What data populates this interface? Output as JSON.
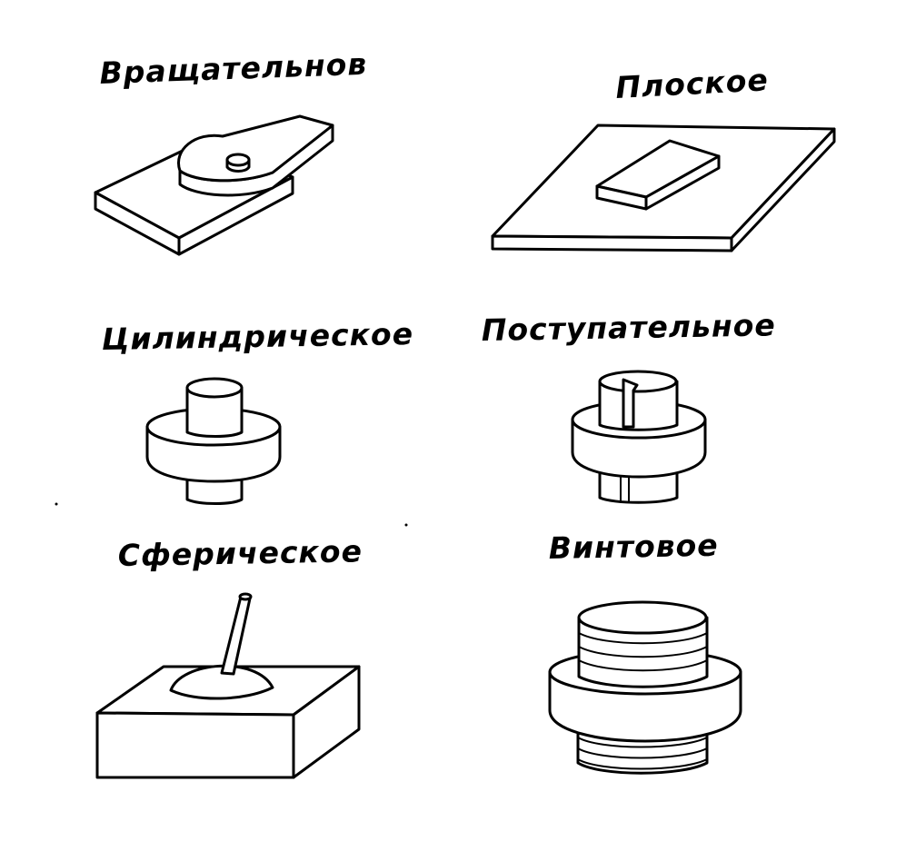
{
  "diagram": {
    "joints": [
      {
        "id": "revolute",
        "label": "Вращательнов"
      },
      {
        "id": "planar",
        "label": "Плоское"
      },
      {
        "id": "cylindrical",
        "label": "Цилиндрическое"
      },
      {
        "id": "prismatic",
        "label": "Поступательное"
      },
      {
        "id": "spherical",
        "label": "Сферическое"
      },
      {
        "id": "screw",
        "label": "Винтовое"
      }
    ]
  }
}
